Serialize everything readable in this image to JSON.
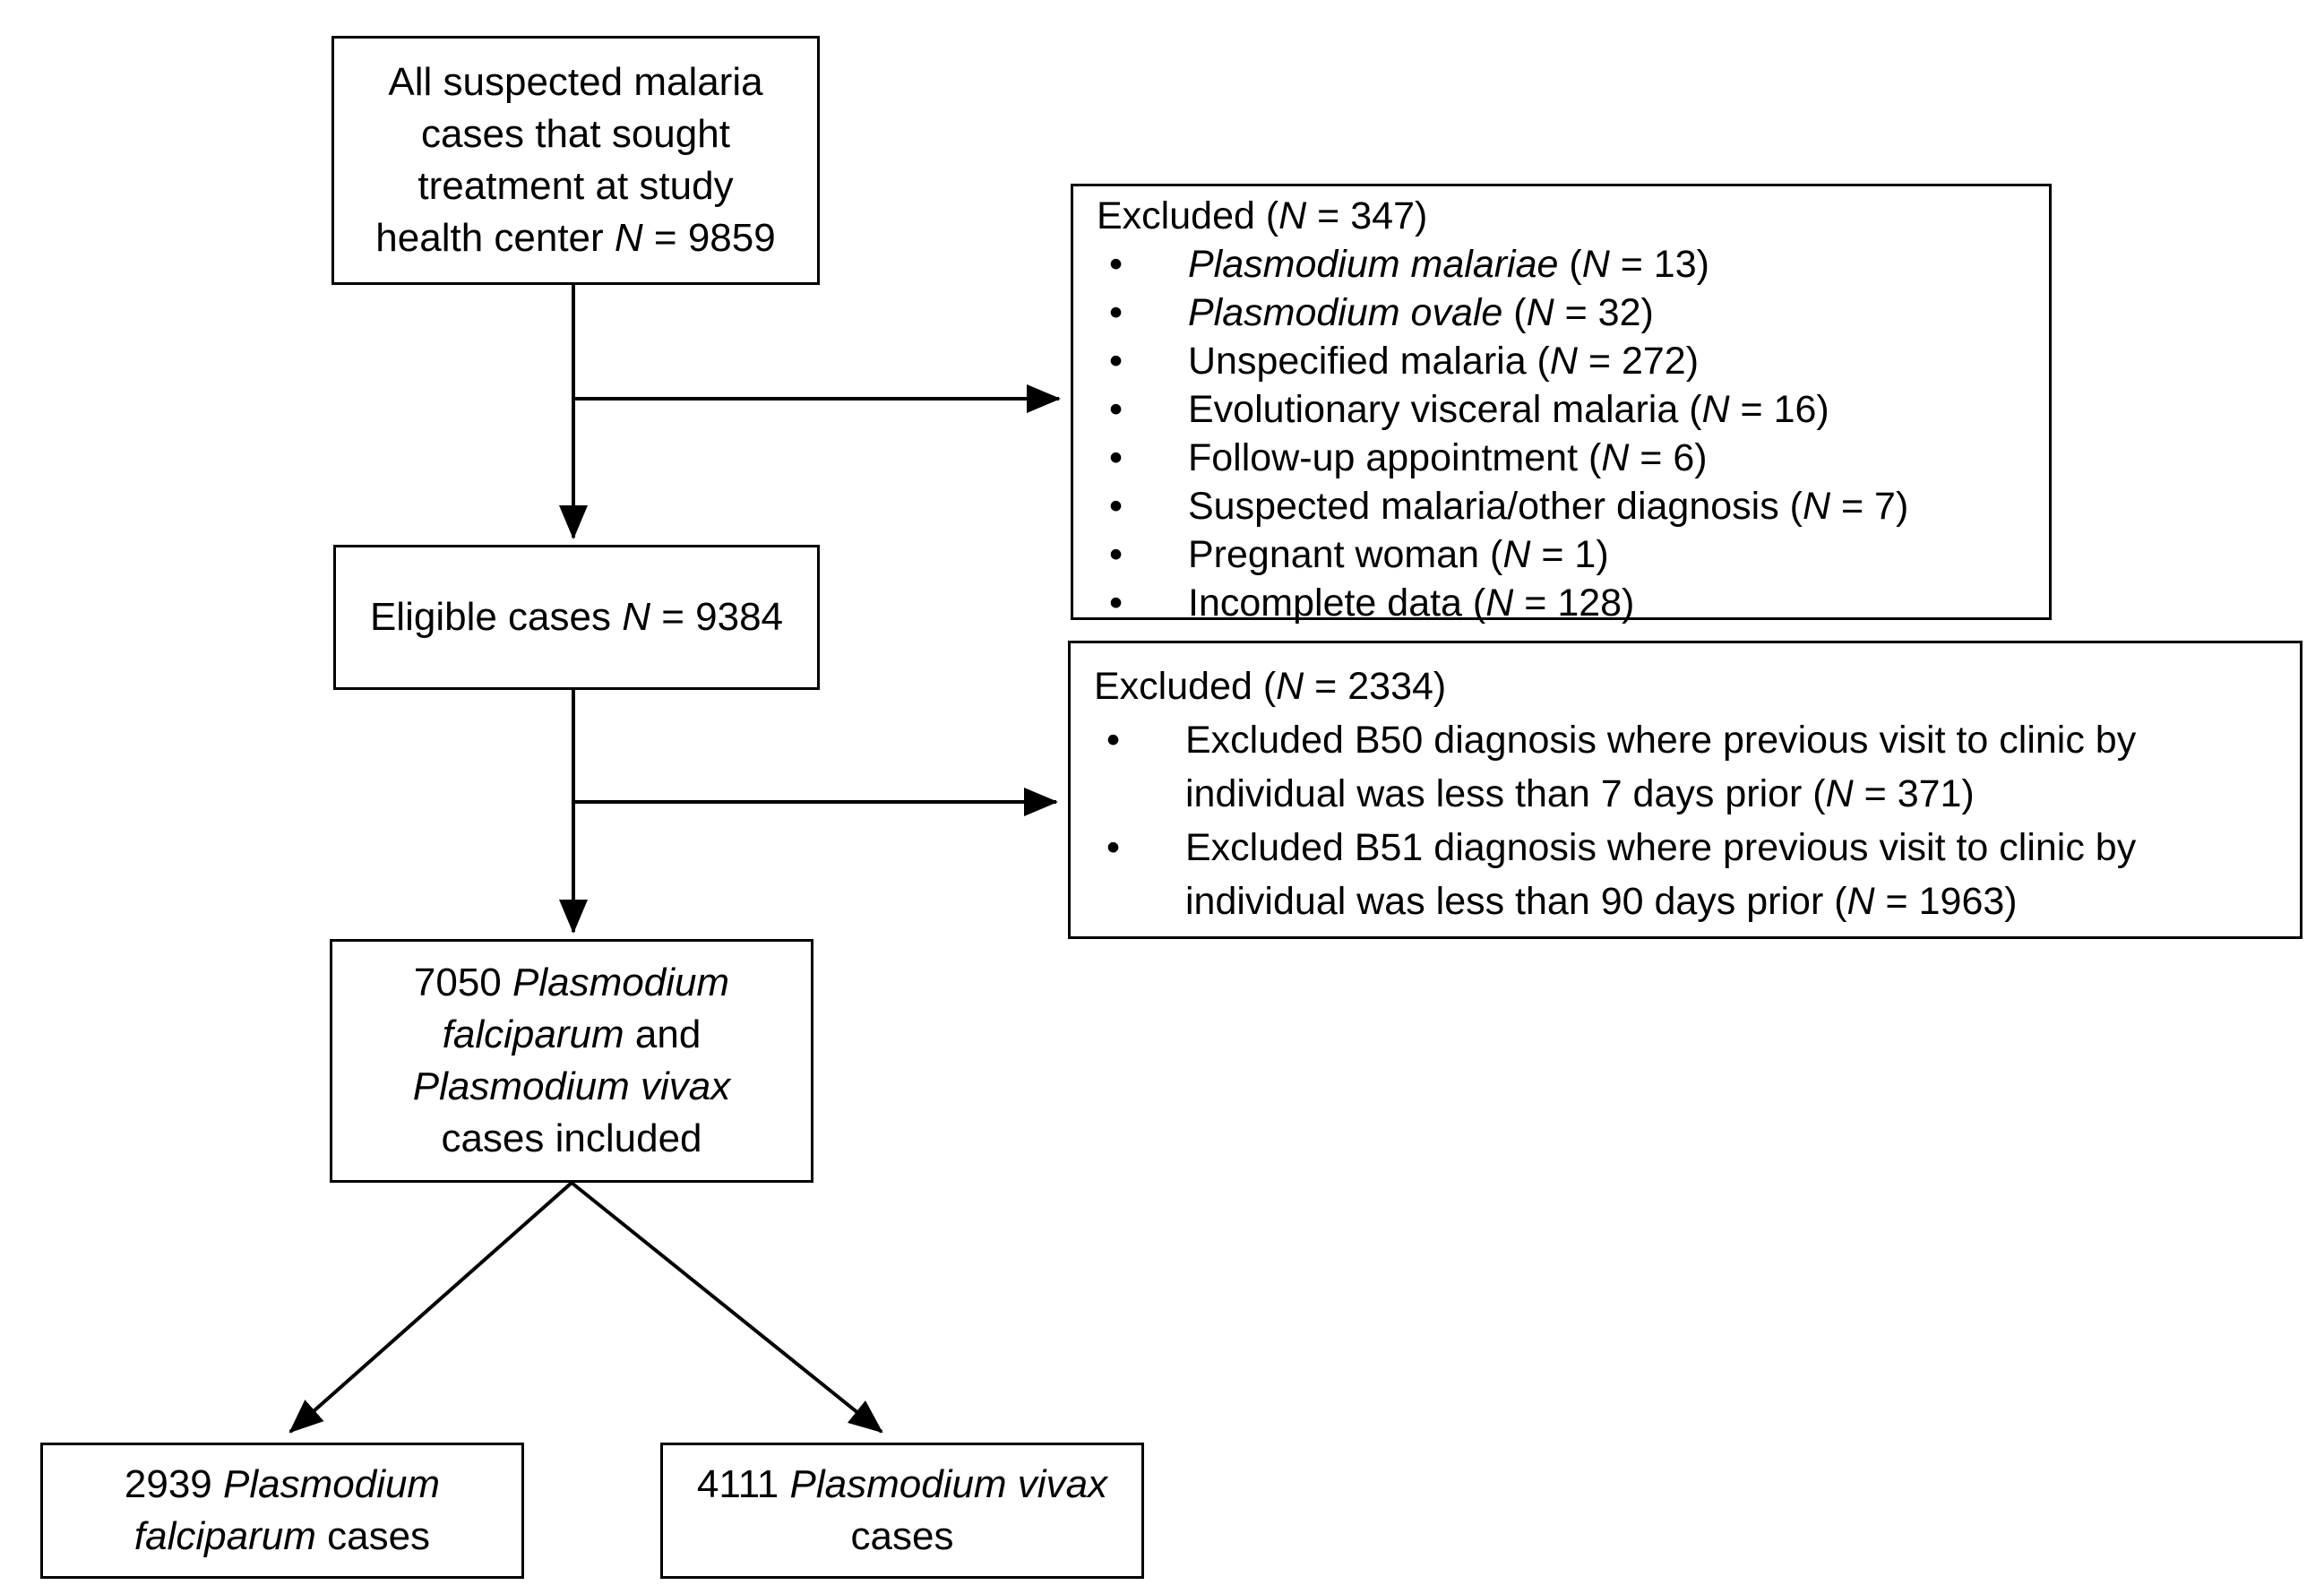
{
  "colors": {
    "ink": "#000000",
    "paper": "#ffffff"
  },
  "bullet": "•",
  "boxes": {
    "all_suspected": {
      "lines": [
        [
          {
            "t": "All suspected malaria"
          }
        ],
        [
          {
            "t": "cases that sought"
          }
        ],
        [
          {
            "t": "treatment at study"
          }
        ],
        [
          {
            "t": "health center "
          },
          {
            "t": "N",
            "i": true
          },
          {
            "t": " = 9859"
          }
        ]
      ]
    },
    "excluded_initial": {
      "title": [
        {
          "t": "Excluded ("
        },
        {
          "t": "N",
          "i": true
        },
        {
          "t": " = 347)"
        }
      ],
      "items": [
        [
          {
            "t": "Plasmodium malariae",
            "i": true
          },
          {
            "t": " ("
          },
          {
            "t": "N",
            "i": true
          },
          {
            "t": " = 13)"
          }
        ],
        [
          {
            "t": "Plasmodium ovale",
            "i": true
          },
          {
            "t": " ("
          },
          {
            "t": "N",
            "i": true
          },
          {
            "t": " = 32)"
          }
        ],
        [
          {
            "t": "Unspecified malaria ("
          },
          {
            "t": "N",
            "i": true
          },
          {
            "t": " = 272)"
          }
        ],
        [
          {
            "t": "Evolutionary visceral malaria ("
          },
          {
            "t": "N",
            "i": true
          },
          {
            "t": " = 16)"
          }
        ],
        [
          {
            "t": "Follow-up appointment ("
          },
          {
            "t": "N",
            "i": true
          },
          {
            "t": " = 6)"
          }
        ],
        [
          {
            "t": "Suspected malaria/other diagnosis ("
          },
          {
            "t": "N",
            "i": true
          },
          {
            "t": " = 7)"
          }
        ],
        [
          {
            "t": "Pregnant woman ("
          },
          {
            "t": "N",
            "i": true
          },
          {
            "t": " = 1)"
          }
        ],
        [
          {
            "t": "Incomplete data ("
          },
          {
            "t": "N",
            "i": true
          },
          {
            "t": " = 128)"
          }
        ]
      ]
    },
    "eligible": {
      "lines": [
        [
          {
            "t": "Eligible cases "
          },
          {
            "t": "N",
            "i": true
          },
          {
            "t": " = 9384"
          }
        ]
      ]
    },
    "excluded_followup": {
      "title": [
        {
          "t": "Excluded ("
        },
        {
          "t": "N",
          "i": true
        },
        {
          "t": " = 2334)"
        }
      ],
      "items": [
        [
          {
            "t": "Excluded B50 diagnosis where previous visit to clinic by individual was less than 7 days prior ("
          },
          {
            "t": "N",
            "i": true
          },
          {
            "t": " = 371)"
          }
        ],
        [
          {
            "t": "Excluded B51 diagnosis where previous visit to clinic by individual was less than 90 days prior ("
          },
          {
            "t": "N",
            "i": true
          },
          {
            "t": " = 1963)"
          }
        ]
      ]
    },
    "included": {
      "lines": [
        [
          {
            "t": "7050 "
          },
          {
            "t": "Plasmodium",
            "i": true
          }
        ],
        [
          {
            "t": "falciparum",
            "i": true
          },
          {
            "t": " and"
          }
        ],
        [
          {
            "t": "Plasmodium vivax",
            "i": true
          }
        ],
        [
          {
            "t": "cases included"
          }
        ]
      ]
    },
    "pf_cases": {
      "lines": [
        [
          {
            "t": "2939 "
          },
          {
            "t": "Plasmodium",
            "i": true
          }
        ],
        [
          {
            "t": "falciparum",
            "i": true
          },
          {
            "t": " cases"
          }
        ]
      ]
    },
    "pv_cases": {
      "lines": [
        [
          {
            "t": "4111 "
          },
          {
            "t": "Plasmodium vivax",
            "i": true
          }
        ],
        [
          {
            "t": "cases"
          }
        ]
      ]
    }
  }
}
